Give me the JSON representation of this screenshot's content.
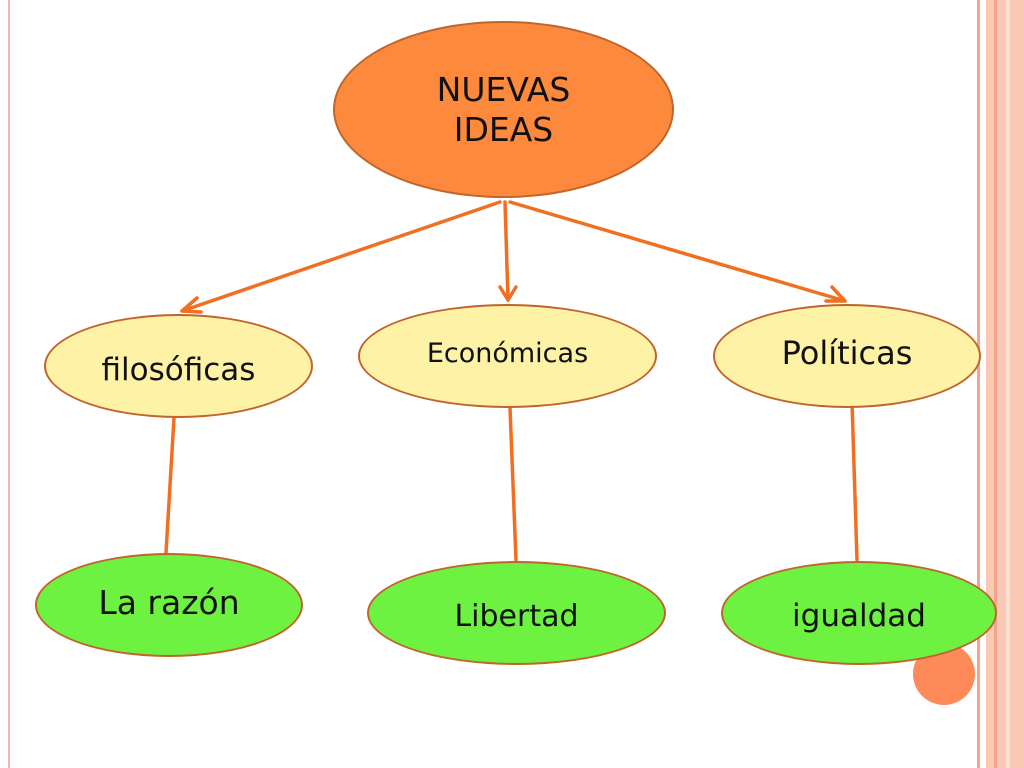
{
  "root": {
    "line1": "NUEVAS",
    "line2": "IDEAS"
  },
  "categories": [
    {
      "label": "filosóficas",
      "leaf": "La razón"
    },
    {
      "label": "Económicas",
      "leaf": "Libertad"
    },
    {
      "label": "Políticas",
      "leaf": "igualdad"
    }
  ],
  "colors": {
    "root_fill": "#fd8a3c",
    "category_fill": "#fdf2a6",
    "leaf_fill": "#6ef241",
    "connector": "#f26f22",
    "node_border": "#c0652c",
    "right_border": "#f9c9b6",
    "accent_circle": "#fd8a58"
  }
}
